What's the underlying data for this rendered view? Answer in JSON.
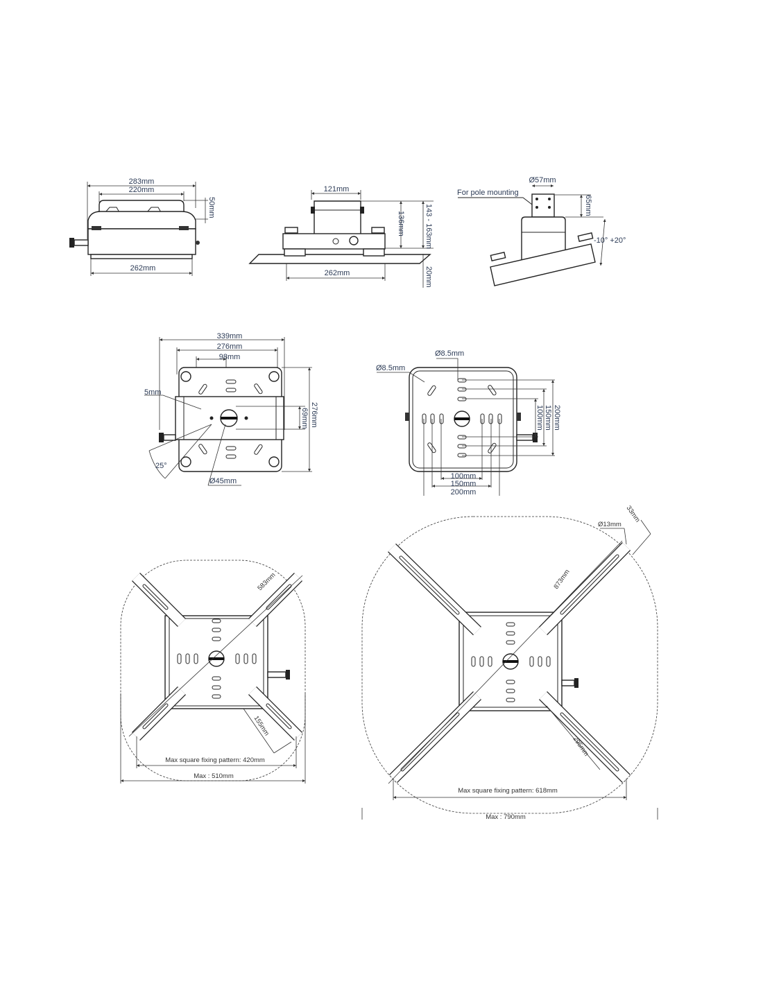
{
  "views": {
    "side_view": {
      "width_total": "283mm",
      "width_inner": "220mm",
      "height": "50mm",
      "base_width": "262mm"
    },
    "front_view": {
      "bracket_width": "121mm",
      "bracket_height": "136mm",
      "total_height": "143 - 163mm",
      "plate_height": "20mm",
      "base_width": "262mm"
    },
    "tilt_view": {
      "pole_diameter": "Ø57mm",
      "pole_note": "For pole mounting",
      "pole_height": "65mm",
      "tilt_range": "-10° +20°"
    },
    "top_view": {
      "width_total": "339mm",
      "width_inner": "276mm",
      "width_center": "98mm",
      "offset": "5mm",
      "spacing": "69mm",
      "depth": "276mm",
      "angle": "25°",
      "center_hole": "Ø45mm"
    },
    "bottom_view": {
      "hole_top": "Ø8.5mm",
      "hole_left": "Ø8.5mm",
      "v100": "100mm",
      "v150": "150mm",
      "v200": "200mm",
      "h100": "100mm",
      "h150": "150mm",
      "h200": "200mm"
    },
    "small_arms_view": {
      "diagonal": "583mm",
      "arm_length": "155mm",
      "max_pattern": "Max square fixing pattern: 420mm",
      "max": "Max : 510mm"
    },
    "large_arms_view": {
      "diagonal": "873mm",
      "hole": "Ø13mm",
      "arm_width": "33mm",
      "arm_length": "295mm",
      "max_pattern": "Max square fixing pattern: 618mm",
      "max": "Max : 790mm"
    }
  }
}
